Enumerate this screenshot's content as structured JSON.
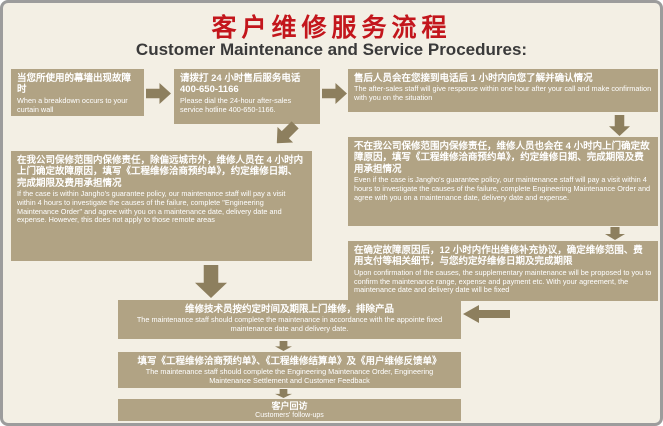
{
  "page": {
    "title_cn": "客户维修服务流程",
    "title_en": "Customer Maintenance and Service Procedures:"
  },
  "flow": {
    "step1_breakdown": {
      "cn": "当您所使用的幕墙出现故障时",
      "en": "When a breakdown occurs to your curtain wall"
    },
    "step2_hotline": {
      "cn": "请拨打 24 小时售后服务电话 400-650-1166",
      "en": "Please dial the 24-hour after-sales service hotline 400-650-1166."
    },
    "step3_response": {
      "cn": "售后人员会在您接到电话后 1 小时内向您了解并确认情况",
      "en": "The after-sales staff will give response within one hour after your call and make confirmation with you on the situation"
    },
    "step4_out_of_warranty": {
      "cn": "不在我公司保修范围内保修责任，维修人员也会在 4 小时内上门确定故障原因，填写《工程维修洽商预约单》，约定维修日期、完成期限及费用承担情况",
      "en": "Even if the case is Jangho's guarantee policy, our maintenance staff will pay a visit within 4 hours to investigate the causes of the failure, complete Engineering Maintenance Order and agree with you on a maintenance date, delivery date and expense."
    },
    "step5_in_warranty": {
      "cn": "在我公司保修范围内保修责任，除偏远城市外，维修人员在 4 小时内上门确定故障原因，填写《工程维修洽商预约单》，约定维修日期、完成期限及费用承担情况",
      "en": "If the case is within Jangho's guarantee policy, our maintenance staff will pay a visit within 4 hours to investigate the causes of the failure, complete \"Engineering Maintenance Order\" and agree with you on a maintenance date, delivery date and expense. However, this does not apply to those remote areas"
    },
    "step6_supplementary": {
      "cn": "在确定故障原因后，12 小时内作出维修补充协议，确定维修范围、费用支付等相关细节，与您约定好维修日期及完成期限",
      "en": "Upon confirmation of the causes, the supplementary maintenance will be proposed to you to confirm the maintenance range, expense and payment etc. With your agreement, the maintenance date and delivery date will be fixed"
    },
    "step7_onsite_repair": {
      "cn": "维修技术员按约定时间及期限上门维修，排除产品",
      "en": "The maintenance staff should complete the maintenance in accordance with the appointe fixed maintenance date and delivery date."
    },
    "step8_forms": {
      "cn": "填写《工程维修洽商预约单》、《工程维修结算单》及《用户维修反馈单》",
      "en": "The maintenance staff should complete the Engineering Maintenance Order, Engineering Maintenance Settlement and Customer Feedback"
    },
    "step9_followup": {
      "cn": "客户回访",
      "en": "Customers' follow-ups"
    }
  },
  "icons": {
    "arrow_right": "block-arrow-right",
    "arrow_down": "block-arrow-down",
    "arrow_down_left": "block-arrow-down-left",
    "arrow_left": "block-arrow-left"
  },
  "colors": {
    "title_red": "#c3161c",
    "subtitle": "#3a3a3a",
    "box_fill": "#b1a384",
    "arrow_fill": "#8d7f5e",
    "background": "#f3efe4",
    "border": "#9c9c9c"
  }
}
